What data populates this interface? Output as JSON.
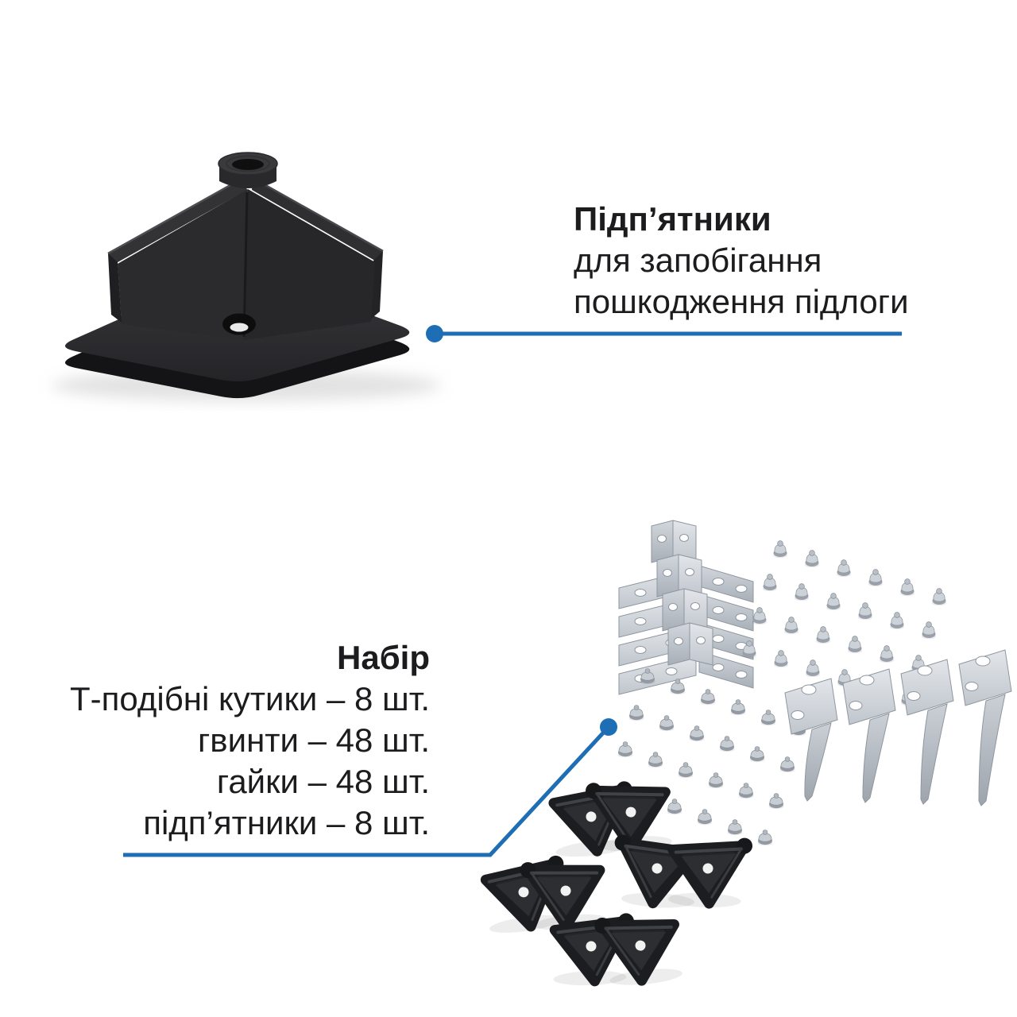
{
  "page": {
    "background_color": "#ffffff",
    "text_color": "#1c1c1e",
    "accent_color": "#1e6eb5"
  },
  "footpad_section": {
    "heading": "Підп’ятники",
    "description_line1": "для запобігання",
    "description_line2": "пошкодження підлоги",
    "illustration": "corner-foot-pad-render"
  },
  "kit_section": {
    "heading": "Набір",
    "items": [
      "Т-подібні кутики – 8 шт.",
      "гвинти – 48 шт.",
      "гайки – 48 шт.",
      "підп’ятники – 8 шт."
    ],
    "illustration": "hardware-kit-render"
  }
}
